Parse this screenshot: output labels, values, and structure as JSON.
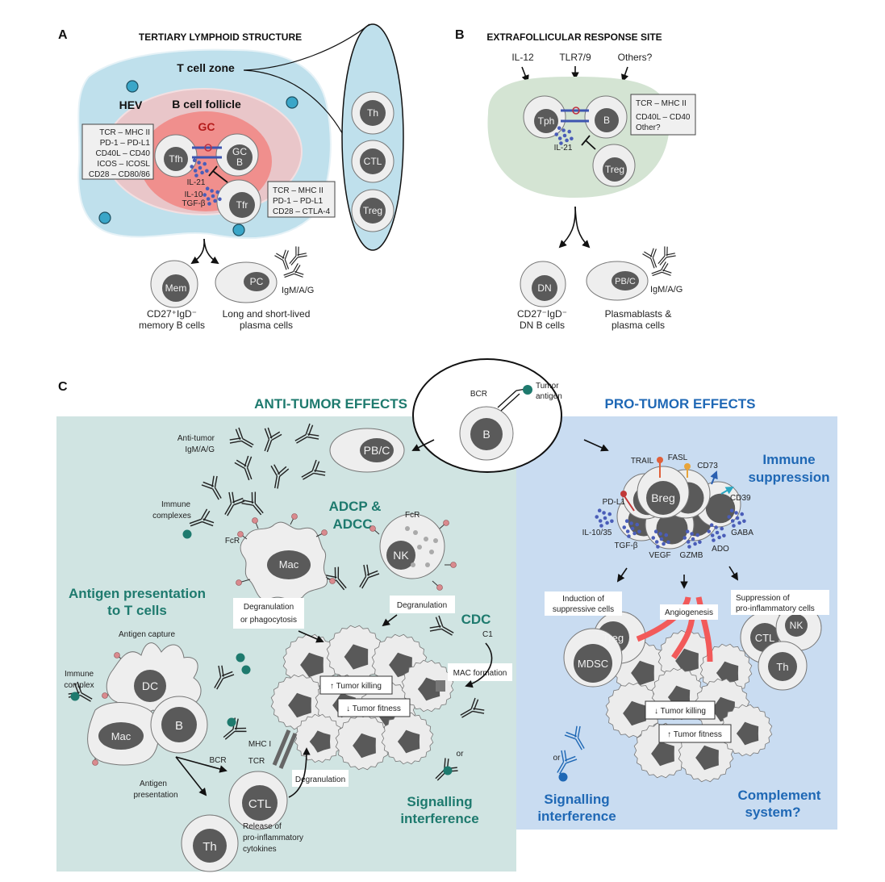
{
  "colors": {
    "tls_zone": "#bfe0ec",
    "follicle": "#e9c6c9",
    "gc": "#f08f8d",
    "hev": "#3aa6c8",
    "ef_site": "#d4e4d3",
    "anti_bg": "#d0e4e2",
    "pro_bg": "#c9dcf1",
    "teal": "#1e7a6e",
    "blue": "#1f68b5",
    "cytokine": "#4a5db8"
  },
  "panelA": {
    "letter": "A",
    "title": "TERTIARY LYMPHOID STRUCTURE",
    "t_zone": "T cell zone",
    "hev": "HEV",
    "follicle": "B cell follicle",
    "gc": "GC",
    "cells": {
      "tfh": "Tfh",
      "gcb1": "GC",
      "gcb2": "B",
      "tfr": "Tfr",
      "th": "Th",
      "ctl": "CTL",
      "treg": "Treg",
      "mem": "Mem",
      "pc": "PC"
    },
    "cytokines": {
      "il21": "IL-21",
      "il10": "IL-10",
      "tgfb": "TGF-β"
    },
    "box_left": [
      "TCR – MHC II",
      "PD-1 – PD-L1",
      "CD40L – CD40",
      "ICOS – ICOSL",
      "CD28 – CD80/86"
    ],
    "box_right": [
      "TCR – MHC II",
      "PD-1 – PD-L1",
      "CD28 – CTLA-4"
    ],
    "ig": "IgM/A/G",
    "mem_label": [
      "CD27⁺IgD⁻",
      "memory B cells"
    ],
    "pc_label": [
      "Long and short-lived",
      "plasma cells"
    ]
  },
  "panelB": {
    "letter": "B",
    "title": "EXTRAFOLLICULAR RESPONSE SITE",
    "inputs": [
      "IL-12",
      "TLR7/9",
      "Others?"
    ],
    "cells": {
      "tph": "Tph",
      "b": "B",
      "treg": "Treg",
      "dn": "DN",
      "pbc": "PB/C"
    },
    "il21": "IL-21",
    "box": [
      "TCR – MHC II",
      "CD40L – CD40",
      "Other?"
    ],
    "ig": "IgM/A/G",
    "dn_label": [
      "CD27⁻IgD⁻",
      "DN B cells"
    ],
    "pb_label": [
      "Plasmablasts &",
      "plasma cells"
    ]
  },
  "panelC": {
    "letter": "C",
    "center": {
      "bcr": "BCR",
      "antigen": [
        "Tumor",
        "antigen"
      ],
      "b": "B"
    },
    "anti": {
      "title": "ANTI-TUMOR EFFECTS",
      "pbc": "PB/C",
      "ab_label": [
        "Anti-tumor",
        "IgM/A/G"
      ],
      "immune_complexes": [
        "Immune",
        "complexes"
      ],
      "adcp": [
        "ADCP &",
        "ADCC"
      ],
      "fcr": "FcR",
      "mac": "Mac",
      "nk": "NK",
      "ap_title": [
        "Antigen presentation",
        "to T cells"
      ],
      "degran_phago": [
        "Degranulation",
        "or phagocytosis"
      ],
      "degran": "Degranulation",
      "cdc": "CDC",
      "c1": "C1",
      "mac_formation": "MAC formation",
      "tumor_killing": "↑ Tumor killing",
      "tumor_fitness": "↓ Tumor fitness",
      "antigen_capture": "Antigen capture",
      "immune_complex": [
        "Immune",
        "complex"
      ],
      "dc": "DC",
      "b": "B",
      "mac2": "Mac",
      "bcr": "BCR",
      "mhc1": "MHC I",
      "tcr": "TCR",
      "ctl": "CTL",
      "degran2": "Degranulation",
      "antigen_presentation": [
        "Antigen",
        "presentation"
      ],
      "th": "Th",
      "release": [
        "Release of",
        "pro-inflammatory",
        "cytokines"
      ],
      "or": "or",
      "signalling": [
        "Signalling",
        "interference"
      ]
    },
    "pro": {
      "title": "PRO-TUMOR EFFECTS",
      "breg": "Breg",
      "surface": {
        "pdl1": "PD-L1",
        "trail": "TRAIL",
        "fasl": "FASL",
        "cd73": "CD73",
        "cd39": "CD39"
      },
      "immune_suppression": [
        "Immune",
        "suppression"
      ],
      "secreted": {
        "il10": "IL-10/35",
        "tgfb": "TGF-β",
        "vegf": "VEGF",
        "gzmb": "GZMB",
        "ado": "ADO",
        "gaba": "GABA"
      },
      "induction": [
        "Induction of",
        "suppressive cells"
      ],
      "treg": "Treg",
      "mdsc": "MDSC",
      "angiogenesis": "Angiogenesis",
      "suppression": [
        "Suppression of",
        "pro-inflammatory cells"
      ],
      "ctl": "CTL",
      "nk": "NK",
      "th": "Th",
      "tumor_killing": "↓ Tumor killing",
      "tumor_fitness": "↑ Tumor fitness",
      "or": "or",
      "signalling": [
        "Signalling",
        "interference"
      ],
      "complement": [
        "Complement",
        "system?"
      ]
    }
  }
}
